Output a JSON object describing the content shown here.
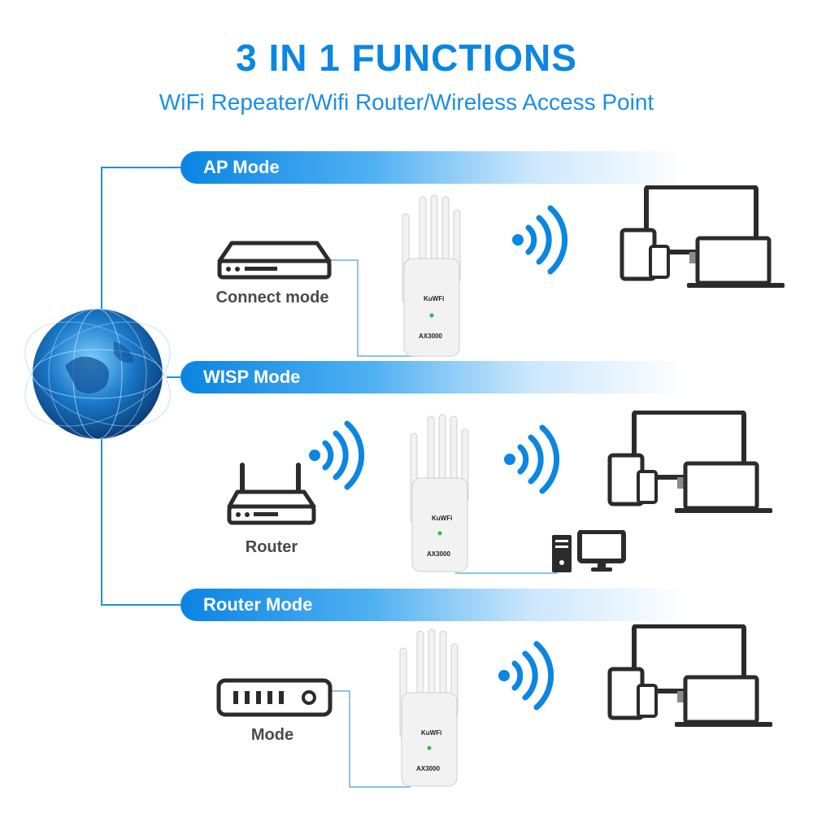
{
  "header": {
    "title": "3 IN 1 FUNCTIONS",
    "subtitle": "WiFi Repeater/Wifi Router/Wireless Access Point"
  },
  "modes": [
    {
      "label": "AP Mode",
      "caption": "Connect mode"
    },
    {
      "label": "WISP Mode",
      "caption": "Router"
    },
    {
      "label": "Router Mode",
      "caption": "Mode"
    }
  ],
  "device": {
    "brand": "KuWFi",
    "model": "AX3000"
  },
  "colors": {
    "accent": "#0a86e3",
    "line": "#1e90e0",
    "device_dark": "#2b2b2b"
  }
}
